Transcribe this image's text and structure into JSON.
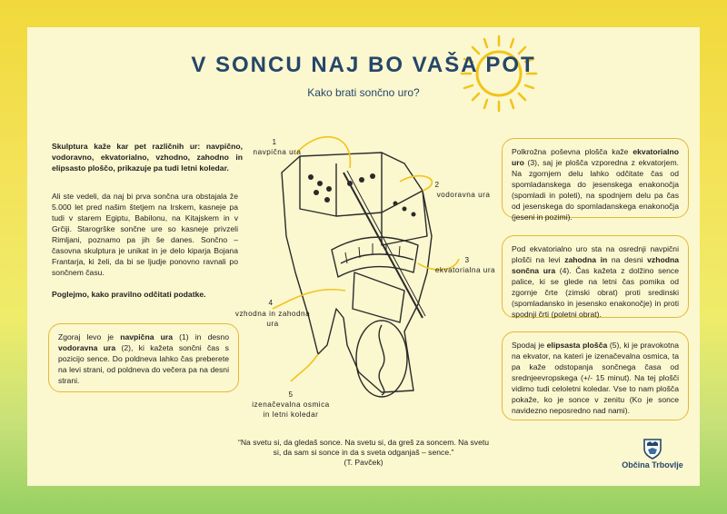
{
  "header": {
    "title": "V SONCU NAJ BO VAŠA POT",
    "subtitle": "Kako brati sončno uro?"
  },
  "intro": {
    "lead": "Skulptura kaže kar pet različnih ur: navpično, vodoravno, ekvatorialno, vzhodno, zahodno in elipsasto ploščo, prikazuje pa tudi letni koledar.",
    "history": "Ali ste vedeli, da naj bi prva sončna ura obstajala že 5.000 let pred našim štetjem na Irskem, kasneje pa tudi v starem Egiptu, Babilonu, na Kitajskem in v Grčiji. Starogrške sončne ure so kasneje privzeli Rimljani, poznamo pa jih še danes. Sončno – časovna skulptura je unikat in je delo kiparja Bojana Frantarja, ki želi, da bi se ljudje ponovno ravnali po sončnem času.",
    "cta": "Poglejmo, kako pravilno odčitati podatke."
  },
  "boxes": {
    "left": {
      "p1": "Zgoraj levo je ",
      "b1": "navpična ura",
      "p2": " (1) in desno ",
      "b2": "vodoravna ura",
      "p3": " (2), ki kažeta sončni čas s pozicijo sence. Do poldneva lahko čas preberete na levi strani, od poldneva do večera pa na desni strani."
    },
    "right1": {
      "p1": "Polkrožna poševna plošča kaže ",
      "b1": "ekvatorialno uro",
      "p2": " (3), saj je plošča vzporedna z ekvatorjem. Na zgornjem delu lahko odčitate čas od spomladanskega do jesenskega enakonočja (spomladi in poleti), na spodnjem delu pa čas od jesenskega do spomladanskega enakonočja (jeseni in pozimi)."
    },
    "right2": {
      "p1": "Pod ekvatorialno uro sta na osrednji navpični plošči na levi ",
      "b1": "zahodna in",
      "p2": " na desni ",
      "b2": "vzhodna sončna ura",
      "p3": " (4). Čas kažeta z dolžino sence palice, ki se glede na letni čas pomika od zgornje črte (zimski obrat) proti sredinski (spomladansko in jesensko enakonočje) in proti spodnji črti (poletni obrat)."
    },
    "right3": {
      "p1": "Spodaj je ",
      "b1": "elipsasta plošča",
      "p2": " (5), ki je pravokotna na ekvator, na kateri je izenačevalna osmica, ta pa kaže odstopanja sončnega časa od srednjeevropskega (+/- 15 minut). Na tej plošči vidimo tudi celoletni koledar. Vse to nam plošča pokaže, ko je sonce v zenitu (Ko je sonce navidezno neposredno nad nami)."
    }
  },
  "diagram_labels": {
    "n1": "1",
    "l1": "navpična ura",
    "n2": "2",
    "l2": "vodoravna ura",
    "n3": "3",
    "l3": "ekvatorialna ura",
    "n4": "4",
    "l4a": "vzhodna in zahodna",
    "l4b": "ura",
    "n5": "5",
    "l5a": "izenačevalna osmica",
    "l5b": "in letni koledar"
  },
  "quote": {
    "line1": "“Na svetu si, da gledaš sonce. Na svetu si, da greš za soncem. Na svetu",
    "line2": "si, da sam si sonce in da s sveta odganjaš – sence.”",
    "author": "(T. Pavček)"
  },
  "footer": {
    "logo_text": "Občina Trbovlje"
  },
  "colors": {
    "title": "#25466a",
    "accent": "#e3ba37",
    "panel": "#fbf7cf"
  }
}
